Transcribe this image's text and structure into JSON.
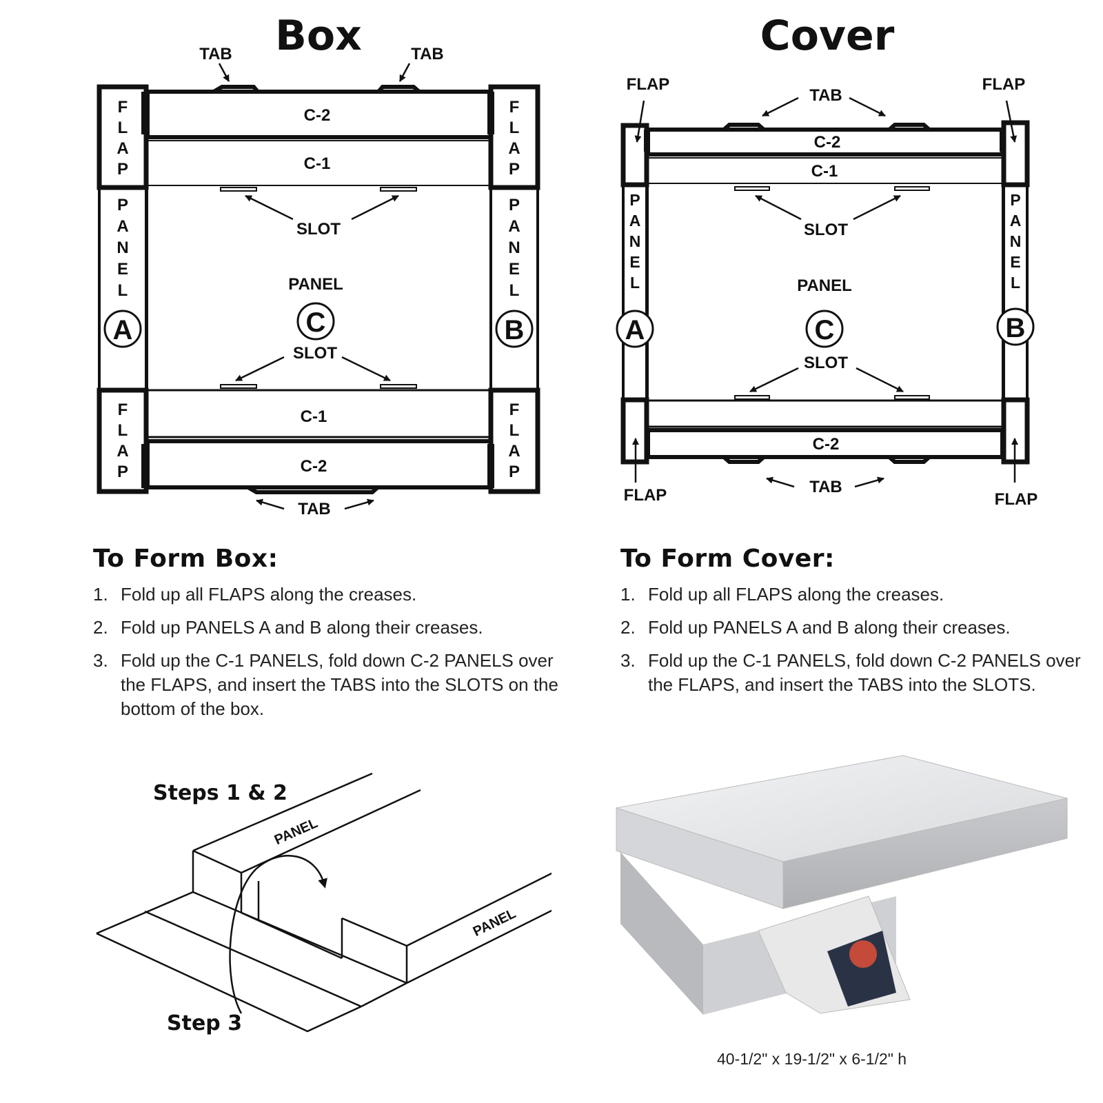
{
  "box_diagram": {
    "title": "Box",
    "tab_label": "TAB",
    "flap_label": "FLAP",
    "panel_label": "PANEL",
    "slot_label": "SLOT",
    "c1_label": "C-1",
    "c2_label": "C-2",
    "panel_a": "A",
    "panel_b": "B",
    "panel_c": "C"
  },
  "cover_diagram": {
    "title": "Cover",
    "tab_label": "TAB",
    "flap_label": "FLAP",
    "panel_label": "PANEL",
    "slot_label": "SLOT",
    "c1_label": "C-1",
    "c2_label": "C-2",
    "panel_a": "A",
    "panel_b": "B",
    "panel_c": "C"
  },
  "instructions_box": {
    "heading": "To Form Box:",
    "steps": [
      {
        "num": "1.",
        "text": "Fold up all FLAPS along the creases."
      },
      {
        "num": "2.",
        "text": "Fold up PANELS A and B along their creases."
      },
      {
        "num": "3.",
        "text": "Fold up the C-1 PANELS, fold down C-2 PANELS over the FLAPS, and insert the TABS into the SLOTS on the bottom of the box."
      }
    ]
  },
  "instructions_cover": {
    "heading": "To Form Cover:",
    "steps": [
      {
        "num": "1.",
        "text": "Fold up all FLAPS along the creases."
      },
      {
        "num": "2.",
        "text": "Fold up PANELS A and B along their creases."
      },
      {
        "num": "3.",
        "text": "Fold up the C-1 PANELS, fold down C-2 PANELS over the FLAPS, and insert the TABS into the SLOTS."
      }
    ]
  },
  "steps_illustration": {
    "label_steps_1_2": "Steps 1 & 2",
    "label_step_3": "Step 3",
    "panel_label": "PANEL"
  },
  "product_photo": {
    "caption": "40-1/2\" x 19-1/2\" x 6-1/2\" h"
  }
}
